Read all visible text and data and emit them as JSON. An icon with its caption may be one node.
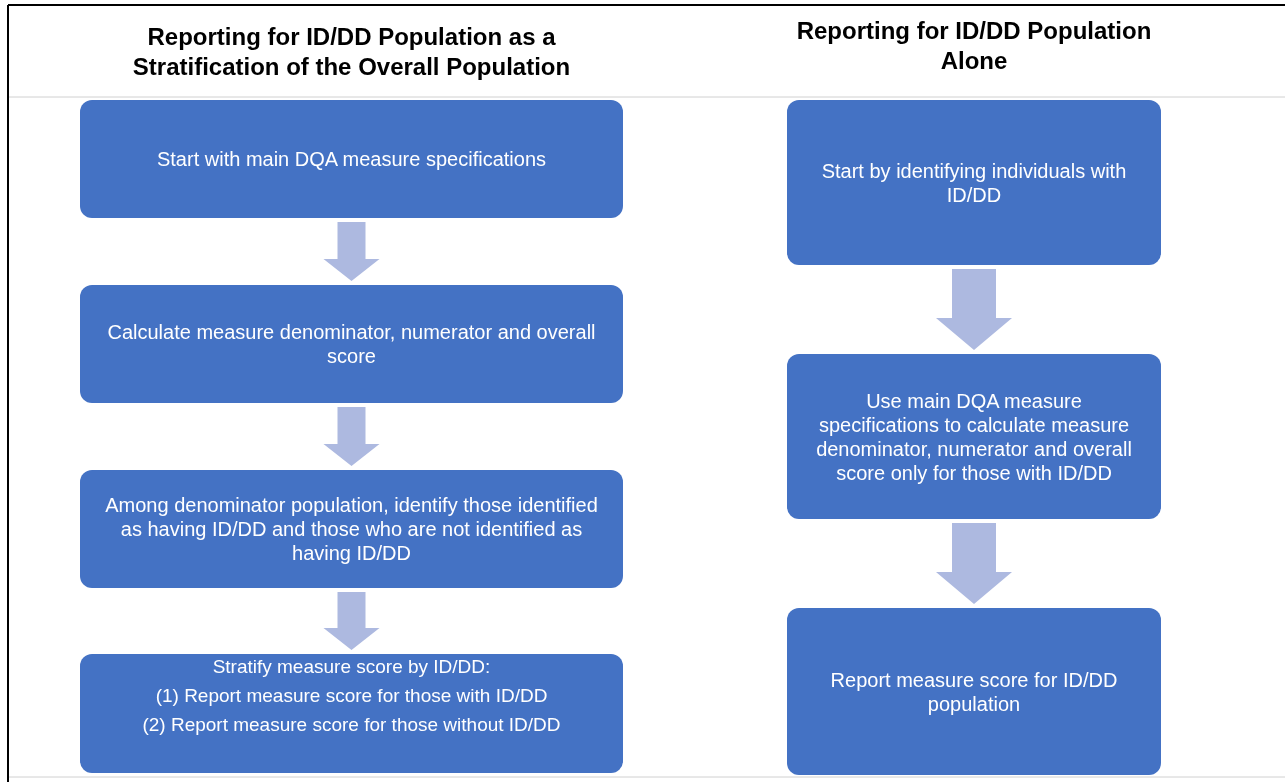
{
  "diagram": {
    "nodes": [
      {
        "text": [
          "Start with main DQA measure specifications"
        ]
      },
      {
        "text": [
          "Calculate measure denominator, numerator and overall score"
        ]
      },
      {
        "text": [
          "Among denominator population, identify those identified as having ID/DD and those who are not identified as having ID/DD"
        ]
      },
      {
        "text": [
          "Stratify measure score by ID/DD:",
          "(1) Report measure score for those with ID/DD",
          "(2) Report measure score for those without ID/DD"
        ]
      },
      {
        "text": [
          "Start by identifying individuals with ID/DD"
        ]
      },
      {
        "text": [
          "Use main DQA measure specifications to calculate measure denominator, numerator and overall score only for those with ID/DD"
        ]
      },
      {
        "text": [
          "Report measure score for ID/DD population"
        ]
      }
    ],
    "edges": [
      {
        "from": 0,
        "to": 1,
        "arrow": "to"
      },
      {
        "from": 1,
        "to": 2,
        "arrow": "to"
      },
      {
        "from": 2,
        "to": 3,
        "arrow": "to"
      },
      {
        "from": 4,
        "to": 5,
        "arrow": "to"
      },
      {
        "from": 5,
        "to": 6,
        "arrow": "to"
      }
    ],
    "labels": [
      "Reporting for ID/DD Population as a Stratification of the Overall Population",
      "Reporting for ID/DD Population Alone"
    ]
  }
}
